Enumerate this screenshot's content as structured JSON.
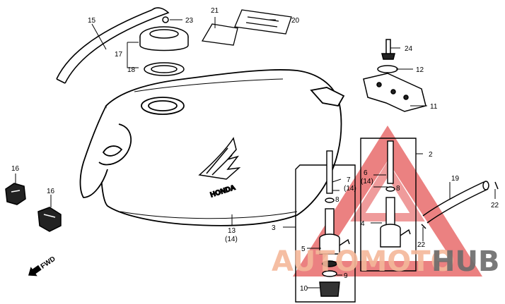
{
  "diagram": {
    "part_numbers": {
      "p2": "2",
      "p3": "3",
      "p4": "4",
      "p5": "5",
      "p6": "6",
      "p6_alt": "(14)",
      "p7": "7",
      "p7_alt": "(14)",
      "p8a": "8",
      "p8b": "8",
      "p9": "9",
      "p10": "10",
      "p11": "11",
      "p12": "12",
      "p13": "13",
      "p13_alt": "(14)",
      "p15": "15",
      "p16a": "16",
      "p16b": "16",
      "p17": "17",
      "p18": "18",
      "p19": "19",
      "p20": "20",
      "p21": "21",
      "p22a": "22",
      "p22b": "22",
      "p23": "23",
      "p24": "24"
    },
    "tank_emblem": "HONDA",
    "fwd_marker": "FWD"
  },
  "watermark": {
    "part1": "AUTOMOTO",
    "part2": "HUB",
    "color_triangle": "#e03a3a",
    "color_text1": "#f4b89a",
    "color_text2": "#6b6b6b"
  }
}
